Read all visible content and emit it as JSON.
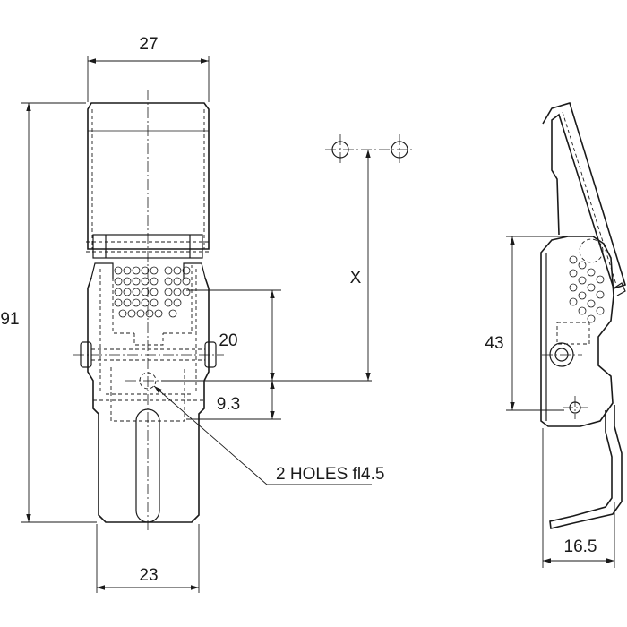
{
  "dimensions": {
    "width_top": "27",
    "height_total": "91",
    "spacing_20": "20",
    "offset_9_3": "9.3",
    "width_bottom": "23",
    "spacing_x": "X",
    "height_side": "43",
    "depth_side": "16.5"
  },
  "notes": {
    "holes": "2 HOLES fl4.5"
  }
}
